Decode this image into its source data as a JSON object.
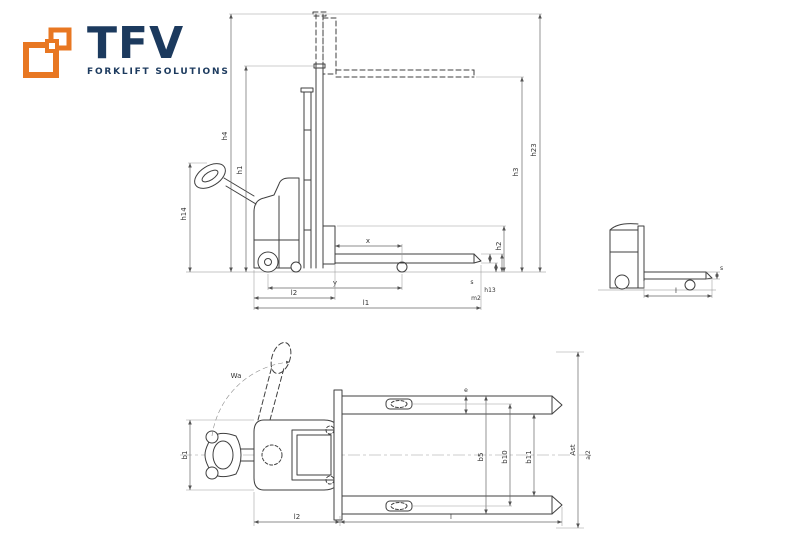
{
  "colors": {
    "accent_orange": "#E87722",
    "brand_navy": "#1C3A5E",
    "line_gray": "#3F3F3F"
  },
  "logo": {
    "brand": "TFV",
    "tagline": "FORKLIFT SOLUTIONS"
  },
  "side_view": {
    "description": "pallet stacker side elevation with mast raised position dashed",
    "labels": {
      "h1": "h1",
      "h2": "h2",
      "h3": "h3",
      "h4": "h4",
      "h13": "h13",
      "h14": "h14",
      "h23": "h23",
      "m2": "m2",
      "s": "s",
      "x": "x",
      "y": "y",
      "l1": "l1",
      "l2": "l2"
    }
  },
  "detail_view": {
    "description": "fork and chassis section detail",
    "labels": {
      "l": "l",
      "s": "s"
    }
  },
  "plan_view": {
    "description": "pallet stacker top view with tiller swing arc",
    "labels": {
      "b1": "b1",
      "b5": "b5",
      "b10": "b10",
      "b11": "b11",
      "Ast": "Ast",
      "Wa": "Wa",
      "e": "e",
      "l": "l",
      "l2": "l2",
      "a2": "a/2"
    }
  }
}
